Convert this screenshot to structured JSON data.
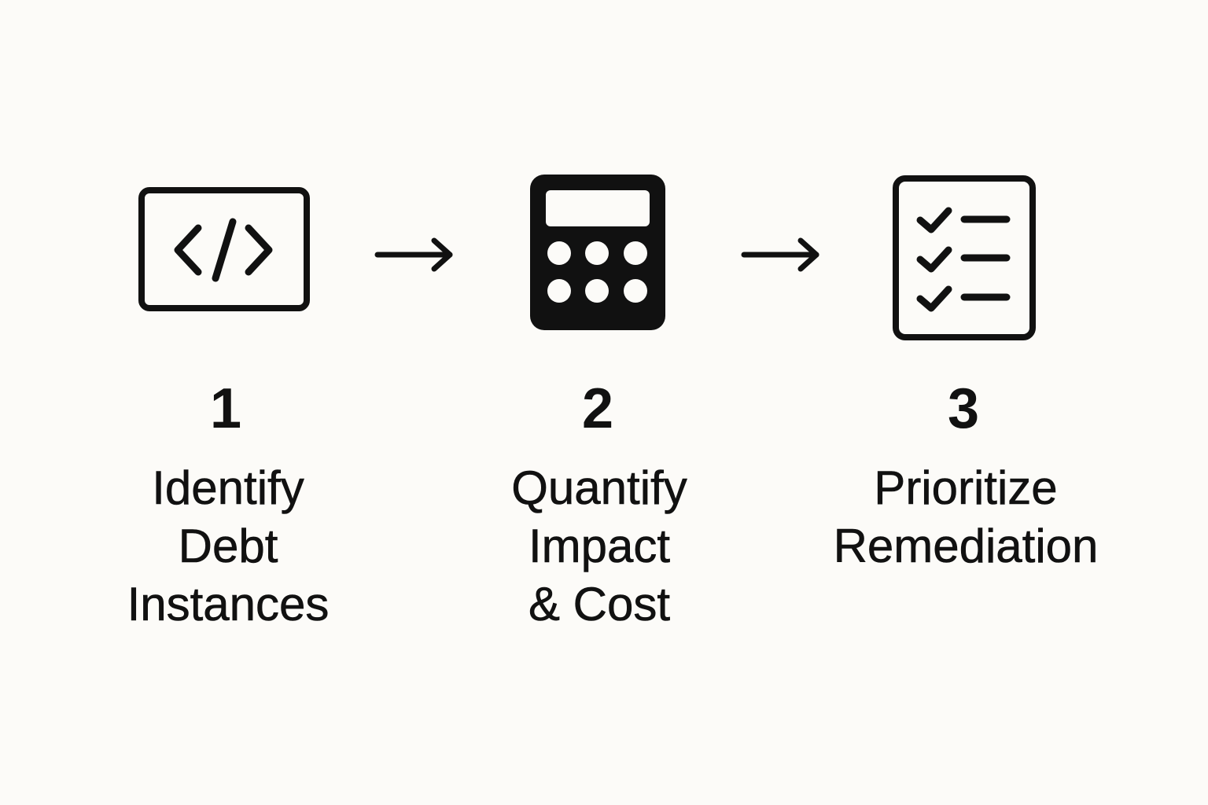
{
  "steps": [
    {
      "number": "1",
      "label_lines": [
        "Identify",
        "Debt",
        "Instances"
      ],
      "icon": "code-window-icon"
    },
    {
      "number": "2",
      "label_lines": [
        "Quantify",
        "Impact",
        "& Cost"
      ],
      "icon": "calculator-icon"
    },
    {
      "number": "3",
      "label_lines": [
        "Prioritize",
        "Remediation"
      ],
      "icon": "checklist-icon"
    }
  ],
  "colors": {
    "background": "#fcfbf8",
    "ink": "#111111"
  }
}
